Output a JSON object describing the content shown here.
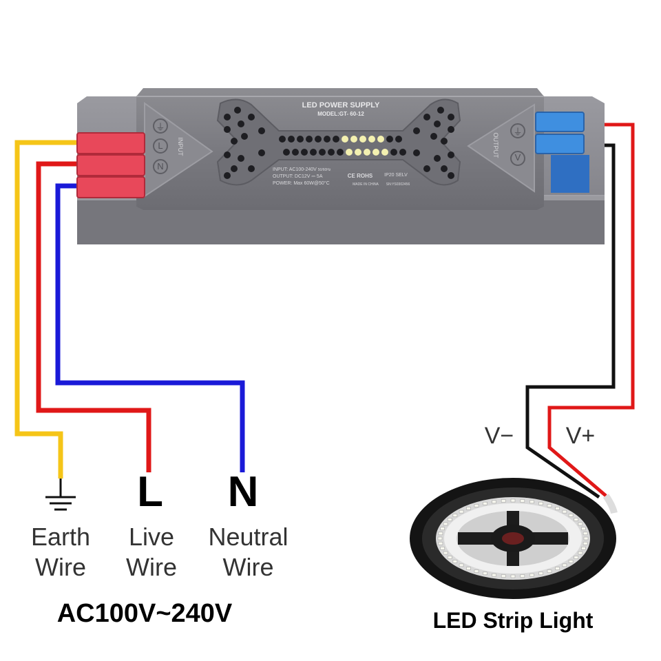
{
  "psu": {
    "title": "LED POWER SUPPLY",
    "model": "MODEL:GT- 60-12",
    "input_spec": "INPUT: AC100-240V",
    "input_freq": "50/60Hz",
    "output_spec": "OUTPUT: DC12V ⎓ 5A",
    "power_spec": "POWER: Max 60W@50°C",
    "certs": "CE ROHS",
    "ip_rating": "IP20 SELV",
    "made_in": "MADE IN CHINA",
    "serial": "SN:YS0302456",
    "input_tag": "INPUT",
    "output_tag": "OUTPUT",
    "input_symbols": [
      "⏚",
      "L",
      "N"
    ],
    "output_symbols": [
      "⏚",
      "V"
    ]
  },
  "wires": {
    "earth": {
      "color": "#f5c518"
    },
    "live": {
      "color": "#e01818"
    },
    "neutral": {
      "color": "#1a1ad8"
    },
    "dc_pos": {
      "color": "#e01818"
    },
    "dc_neg": {
      "color": "#111111"
    }
  },
  "labels": {
    "earth_symbol": "⏚",
    "live_letter": "L",
    "neutral_letter": "N",
    "earth_line1": "Earth",
    "earth_line2": "Wire",
    "live_line1": "Live",
    "live_line2": "Wire",
    "neutral_line1": "Neutral",
    "neutral_line2": "Wire",
    "ac_range": "AC100V~240V",
    "v_minus": "V−",
    "v_plus": "V+",
    "strip_title": "LED Strip Light"
  }
}
